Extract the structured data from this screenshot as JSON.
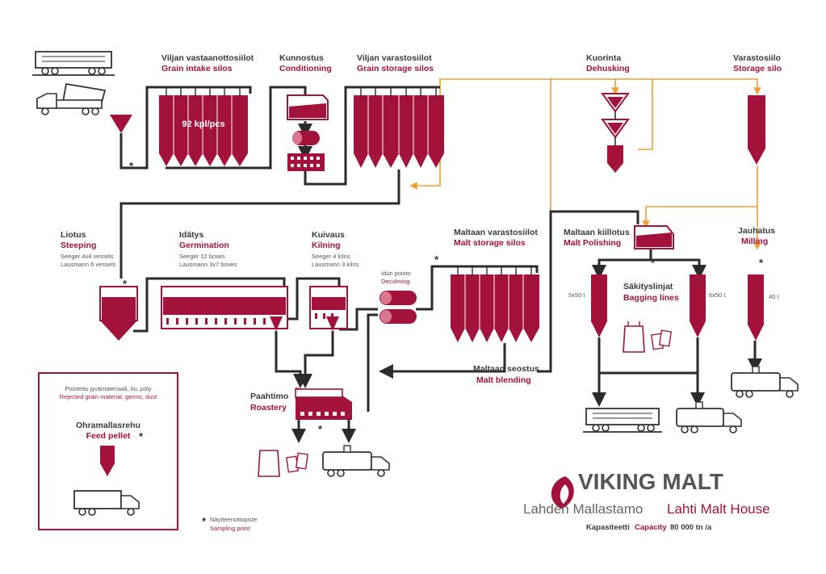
{
  "stations": {
    "grain_intake": {
      "fi": "Viljan vastaanottosiilot",
      "en": "Grain intake silos",
      "count": "92 kpl/pcs"
    },
    "conditioning": {
      "fi": "Kunnostus",
      "en": "Conditioning"
    },
    "grain_storage": {
      "fi": "Viljan varastosiilot",
      "en": "Grain storage silos"
    },
    "dehusking": {
      "fi": "Kuorinta",
      "en": "Dehusking"
    },
    "storage_silo": {
      "fi": "Varastosiilo",
      "en": "Storage silo"
    },
    "steeping": {
      "fi": "Liotus",
      "en": "Steeping",
      "note1": "Seeger 4x4 vessels",
      "note2": "Lausmann 6 vessels"
    },
    "germination": {
      "fi": "Idätys",
      "en": "Germination",
      "note1": "Seeger 12 boxes",
      "note2": "Lausmann 3x7 boxes"
    },
    "kilning": {
      "fi": "Kuivaus",
      "en": "Kilning",
      "note1": "Seeger 4 kilns",
      "note2": "Lausmann 3 kilns"
    },
    "deculming": {
      "fi": "Idun poisto",
      "en": "Deculming"
    },
    "malt_storage": {
      "fi": "Maltaan varastosiilot",
      "en": "Malt storage silos"
    },
    "malt_polishing": {
      "fi": "Maltaan kiillotus",
      "en": "Malt Polishing"
    },
    "milling": {
      "fi": "Jauhatus",
      "en": "Milling"
    },
    "bagging": {
      "fi": "Säkityslinjat",
      "en": "Bagging  lines"
    },
    "malt_blending": {
      "fi": "Maltaan seostus",
      "en": "Malt blending"
    },
    "roastery": {
      "fi": "Paahtimo",
      "en": "Roastery"
    }
  },
  "capacities": {
    "left_bag": "5x50 t",
    "right_bag": "6x50 t",
    "mill": "40 t"
  },
  "feed_box": {
    "rejected_fi": "Poistettu jyvämateriaali, itu, pöly",
    "rejected_en": "Rejected grain material, germs, dust",
    "feed_fi": "Ohramallasrehu",
    "feed_en": "Feed pellet"
  },
  "sampling": {
    "symbol": "*",
    "fi": "Näytteenottopiste",
    "en": "Sampling point"
  },
  "brand": {
    "logo": "VIKING MALT",
    "house_fi": "Lahden Mallastamo",
    "house_en": "Lahti Malt House",
    "capacity_fi": "Kapasiteetti",
    "capacity_en": "Capacity",
    "capacity_value": "80 000 tn /a"
  },
  "colors": {
    "accent": "#a3123a",
    "line": "#2b2b2b",
    "grain_flow": "#f0a030"
  }
}
